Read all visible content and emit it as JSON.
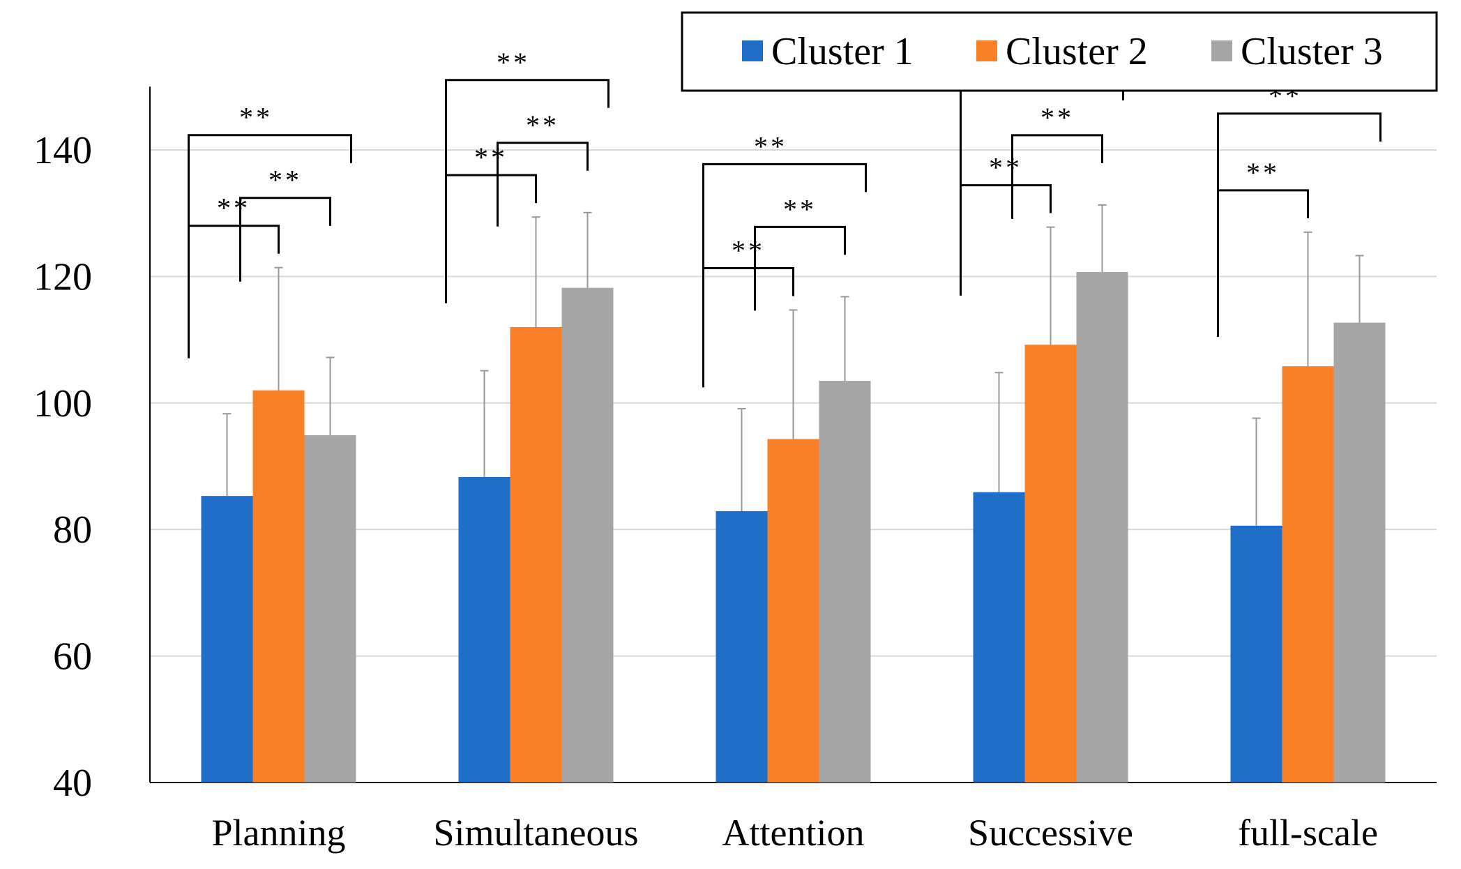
{
  "chart_data": {
    "type": "bar",
    "title": "",
    "xlabel": "",
    "ylabel": "",
    "ylim": [
      40,
      150
    ],
    "yticks": [
      40,
      60,
      80,
      100,
      120,
      140
    ],
    "grid": true,
    "legend_position": "top-right",
    "categories": [
      "Planning",
      "Simultaneous",
      "Attention",
      "Successive",
      "full-scale"
    ],
    "series": [
      {
        "name": "Cluster 1",
        "color": "#1f6fc9",
        "values": [
          85.3,
          88.3,
          82.9,
          85.9,
          80.6
        ],
        "errors": [
          13.0,
          16.8,
          16.2,
          18.9,
          17.0
        ]
      },
      {
        "name": "Cluster 2",
        "color": "#f98027",
        "values": [
          102.0,
          112.0,
          94.3,
          109.2,
          105.8
        ],
        "errors": [
          19.4,
          17.4,
          20.4,
          18.6,
          21.2
        ]
      },
      {
        "name": "Cluster 3",
        "color": "#a6a6a6",
        "values": [
          94.9,
          118.2,
          103.5,
          120.7,
          112.7
        ],
        "errors": [
          12.3,
          11.9,
          13.3,
          10.6,
          10.6
        ]
      }
    ],
    "significance": [
      {
        "category": 0,
        "pair": [
          0,
          1
        ],
        "label": "**"
      },
      {
        "category": 0,
        "pair": [
          1,
          2
        ],
        "label": "**"
      },
      {
        "category": 0,
        "pair": [
          0,
          2
        ],
        "label": "**"
      },
      {
        "category": 1,
        "pair": [
          0,
          1
        ],
        "label": "**"
      },
      {
        "category": 1,
        "pair": [
          1,
          2
        ],
        "label": "**"
      },
      {
        "category": 1,
        "pair": [
          0,
          2
        ],
        "label": "**"
      },
      {
        "category": 2,
        "pair": [
          0,
          1
        ],
        "label": "**"
      },
      {
        "category": 2,
        "pair": [
          1,
          2
        ],
        "label": "**"
      },
      {
        "category": 2,
        "pair": [
          0,
          2
        ],
        "label": "**"
      },
      {
        "category": 3,
        "pair": [
          0,
          1
        ],
        "label": "**"
      },
      {
        "category": 3,
        "pair": [
          1,
          2
        ],
        "label": "**"
      },
      {
        "category": 3,
        "pair": [
          0,
          2
        ],
        "label": "**"
      },
      {
        "category": 4,
        "pair": [
          0,
          1
        ],
        "label": "**"
      },
      {
        "category": 4,
        "pair": [
          0,
          2
        ],
        "label": "**"
      }
    ]
  }
}
